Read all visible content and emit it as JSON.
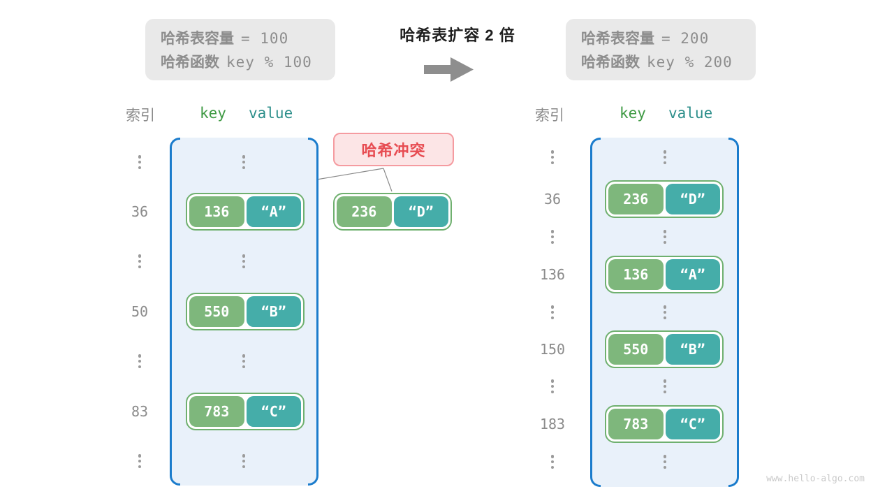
{
  "top": {
    "before": {
      "line1_label": "哈希表容量",
      "line1_value": "= 100",
      "line2_label": "哈希函数",
      "line2_value": "key % 100"
    },
    "title": "哈希表扩容 2 倍",
    "after": {
      "line1_label": "哈希表容量",
      "line1_value": "= 200",
      "line2_label": "哈希函数",
      "line2_value": "key % 200"
    }
  },
  "collision": {
    "label": "哈希冲突",
    "pair": {
      "key": "236",
      "value": "“D”"
    }
  },
  "left_table": {
    "headers": {
      "index": "索引",
      "key": "key",
      "value": "value"
    },
    "rows": [
      {
        "index": "36",
        "key": "136",
        "value": "“A”"
      },
      {
        "index": "50",
        "key": "550",
        "value": "“B”"
      },
      {
        "index": "83",
        "key": "783",
        "value": "“C”"
      }
    ]
  },
  "right_table": {
    "headers": {
      "index": "索引",
      "key": "key",
      "value": "value"
    },
    "rows": [
      {
        "index": "36",
        "key": "236",
        "value": "“D”"
      },
      {
        "index": "136",
        "key": "136",
        "value": "“A”"
      },
      {
        "index": "150",
        "key": "550",
        "value": "“B”"
      },
      {
        "index": "183",
        "key": "783",
        "value": "“C”"
      }
    ]
  },
  "watermark": "www.hello-algo.com",
  "colors": {
    "bracket_blue": "#1b7ccc",
    "table_fill": "#e9f1fa",
    "key_green": "#7eb77c",
    "value_teal": "#45ada9",
    "pair_border_green": "#6fb06f",
    "collision_text_red": "#e74c52",
    "collision_bg": "#fce5e6",
    "collision_border": "#f59ba0",
    "gray_box_bg": "#e9e9e9",
    "muted_text": "#8d8d8d",
    "header_key_green": "#3f9a44",
    "header_value_teal": "#2d8f8b",
    "arrow_gray": "#8e8e8e"
  }
}
